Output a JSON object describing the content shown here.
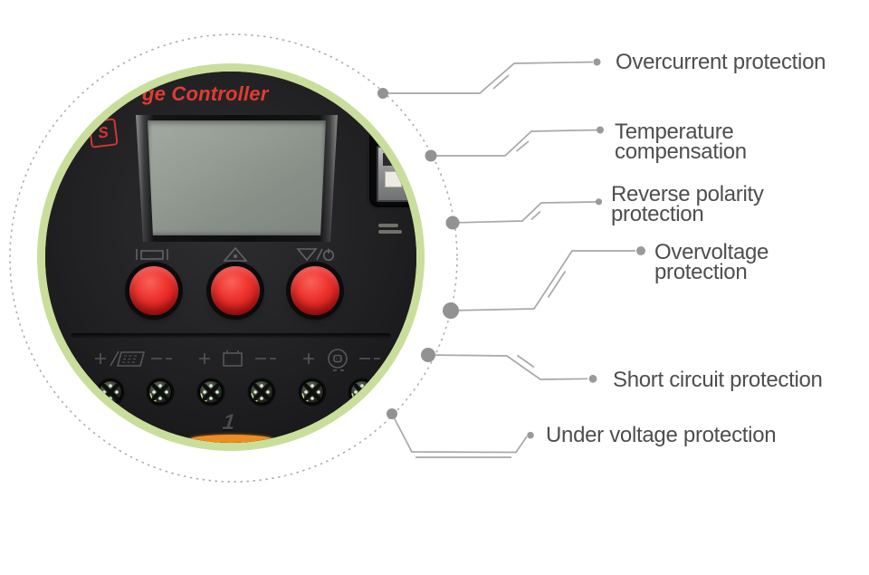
{
  "figure": {
    "type": "product-callout-diagram",
    "background": "#ffffff"
  },
  "product": {
    "brand_text": "ge Controller",
    "cert_mark": "S",
    "unit_number": "1",
    "parts": [
      "lcd-display",
      "menu-button",
      "up-button",
      "down-power-button",
      "solar-terminal",
      "battery-terminal",
      "load-terminal",
      "terminal-screws",
      "usb-port"
    ]
  },
  "callouts": [
    {
      "id": "overcurrent",
      "lines": [
        "Overcurrent protection"
      ]
    },
    {
      "id": "temperature",
      "lines": [
        "Temperature",
        "compensation"
      ]
    },
    {
      "id": "reverse-polarity",
      "lines": [
        "Reverse polarity",
        "protection"
      ]
    },
    {
      "id": "overvoltage",
      "lines": [
        "Overvoltage",
        "protection"
      ]
    },
    {
      "id": "short-circuit",
      "lines": [
        "Short circuit protection"
      ]
    },
    {
      "id": "under-voltage",
      "lines": [
        "Under voltage protection"
      ]
    }
  ],
  "colors": {
    "brand_red": "#e23b30",
    "ring_green": "#cade9c",
    "base_orange": "#ee8d21",
    "button_red": "#e02a24",
    "callout_line": "#a8a8a8",
    "callout_dot": "#929292",
    "label_text": "#4d4e50"
  }
}
